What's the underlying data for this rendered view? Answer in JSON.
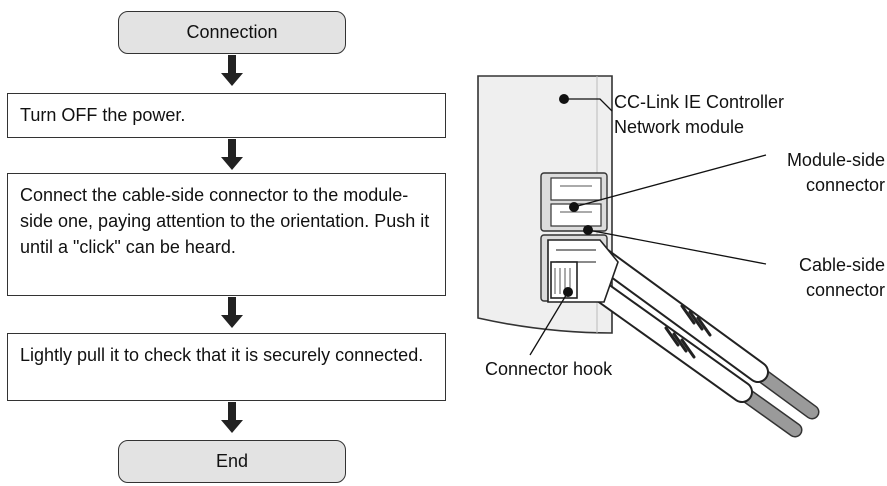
{
  "flow": {
    "start": "Connection",
    "steps": [
      "Turn OFF the power.",
      "Connect the cable-side connector to the module-side one, paying attention to the orientation.  Push it until a \"click\" can be heard.",
      "Lightly pull it to check that it is securely connected."
    ],
    "end": "End"
  },
  "illustration": {
    "module_label_line1": "CC-Link IE Controller",
    "module_label_line2": "Network module",
    "module_connector_line1": "Module-side",
    "module_connector_line2": "connector",
    "cable_connector_line1": "Cable-side",
    "cable_connector_line2": "connector",
    "hook_label": "Connector hook"
  }
}
